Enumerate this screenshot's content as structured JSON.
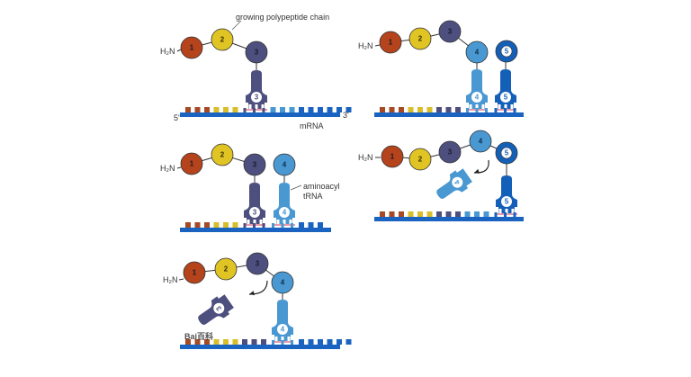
{
  "title": "Translation elongation — ribosome-free schematic of tRNA cycling",
  "labels": {
    "amino_terminus": "H₂N",
    "five_prime": "5'",
    "three_prime": "3'",
    "mrna": "mRNA",
    "growing_chain": "growing polypeptide chain",
    "aminoacyl_line1": "aminoacyl",
    "aminoacyl_line2": "tRNA",
    "watermark": "Bai百科"
  },
  "colors": {
    "aa1": "#b5431b",
    "aa2": "#e0c424",
    "aa3": "#4d4f7e",
    "aa4": "#4a98d2",
    "aa5": "#1460b8",
    "mrna_backbone": "#1b63c0",
    "pair_stripe": "#e89aa8",
    "codon1": "#a64a26",
    "codon2": "#d9be2b",
    "codon3": "#4d4f7e",
    "codon4": "#4a98d2",
    "codon5": "#1b63c0"
  },
  "panels": [
    {
      "id": "panel-1",
      "residues": [
        "1",
        "2",
        "3"
      ],
      "trnas": [
        {
          "anticodon": "3",
          "state": "bound"
        }
      ],
      "annotations": [
        "growing_chain",
        "mrna",
        "five_prime",
        "three_prime"
      ]
    },
    {
      "id": "panel-2",
      "residues": [
        "1",
        "2",
        "3",
        "4",
        "5"
      ],
      "trnas": [
        {
          "anticodon": "4",
          "state": "bound"
        },
        {
          "anticodon": "5",
          "state": "bound"
        }
      ]
    },
    {
      "id": "panel-3",
      "residues": [
        "1",
        "2",
        "3",
        "4"
      ],
      "trnas": [
        {
          "anticodon": "3",
          "state": "bound"
        },
        {
          "anticodon": "4",
          "state": "bound"
        }
      ],
      "annotations": [
        "aminoacyl_tRNA"
      ]
    },
    {
      "id": "panel-4",
      "residues": [
        "1",
        "2",
        "3",
        "4",
        "5"
      ],
      "trnas": [
        {
          "anticodon": "4",
          "state": "released"
        },
        {
          "anticodon": "5",
          "state": "bound"
        }
      ]
    },
    {
      "id": "panel-5",
      "residues": [
        "1",
        "2",
        "3",
        "4"
      ],
      "trnas": [
        {
          "anticodon": "3",
          "state": "released"
        },
        {
          "anticodon": "4",
          "state": "bound"
        }
      ]
    }
  ]
}
